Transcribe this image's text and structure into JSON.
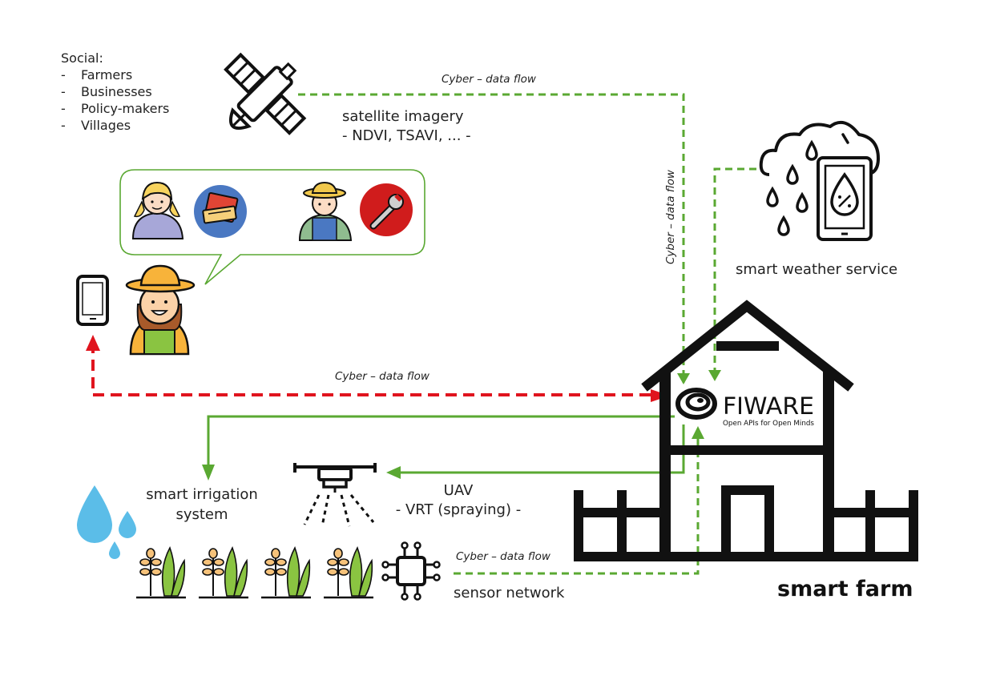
{
  "social": {
    "heading": "Social:",
    "bullet": "-",
    "items": [
      "Farmers",
      "Businesses",
      "Policy-makers",
      "Villages"
    ]
  },
  "flow_labels": {
    "top": "Cyber – data flow",
    "vertical": "Cyber – data flow",
    "middle": "Cyber – data flow",
    "bottom": "Cyber – data flow"
  },
  "satellite": {
    "title": "satellite imagery",
    "subtitle": "- NDVI, TSAVI, ... -"
  },
  "weather": {
    "label": "smart weather service"
  },
  "irrigation": {
    "line1": "smart irrigation",
    "line2": "system"
  },
  "uav": {
    "title": "UAV",
    "subtitle": "- VRT (spraying) -"
  },
  "sensor": {
    "label": "sensor network"
  },
  "farm": {
    "label": "smart farm"
  },
  "fiware": {
    "name": "FIWARE",
    "tagline": "Open APIs for Open Minds"
  },
  "colors": {
    "green": "#5aa832",
    "red": "#e0141e",
    "black": "#111111",
    "blue_icon": "#4a78c2",
    "red_icon": "#d01c1c",
    "water": "#5bbde8"
  },
  "icons": [
    "satellite-icon",
    "farmer-icon",
    "smartphone-icon",
    "student-icon",
    "book-icon",
    "worker-icon",
    "wrench-icon",
    "cloud-rain-icon",
    "tablet-drop-icon",
    "drone-icon",
    "water-drop-icon",
    "wheat-icon",
    "chip-icon",
    "farm-house-icon",
    "fiware-logo-icon"
  ]
}
